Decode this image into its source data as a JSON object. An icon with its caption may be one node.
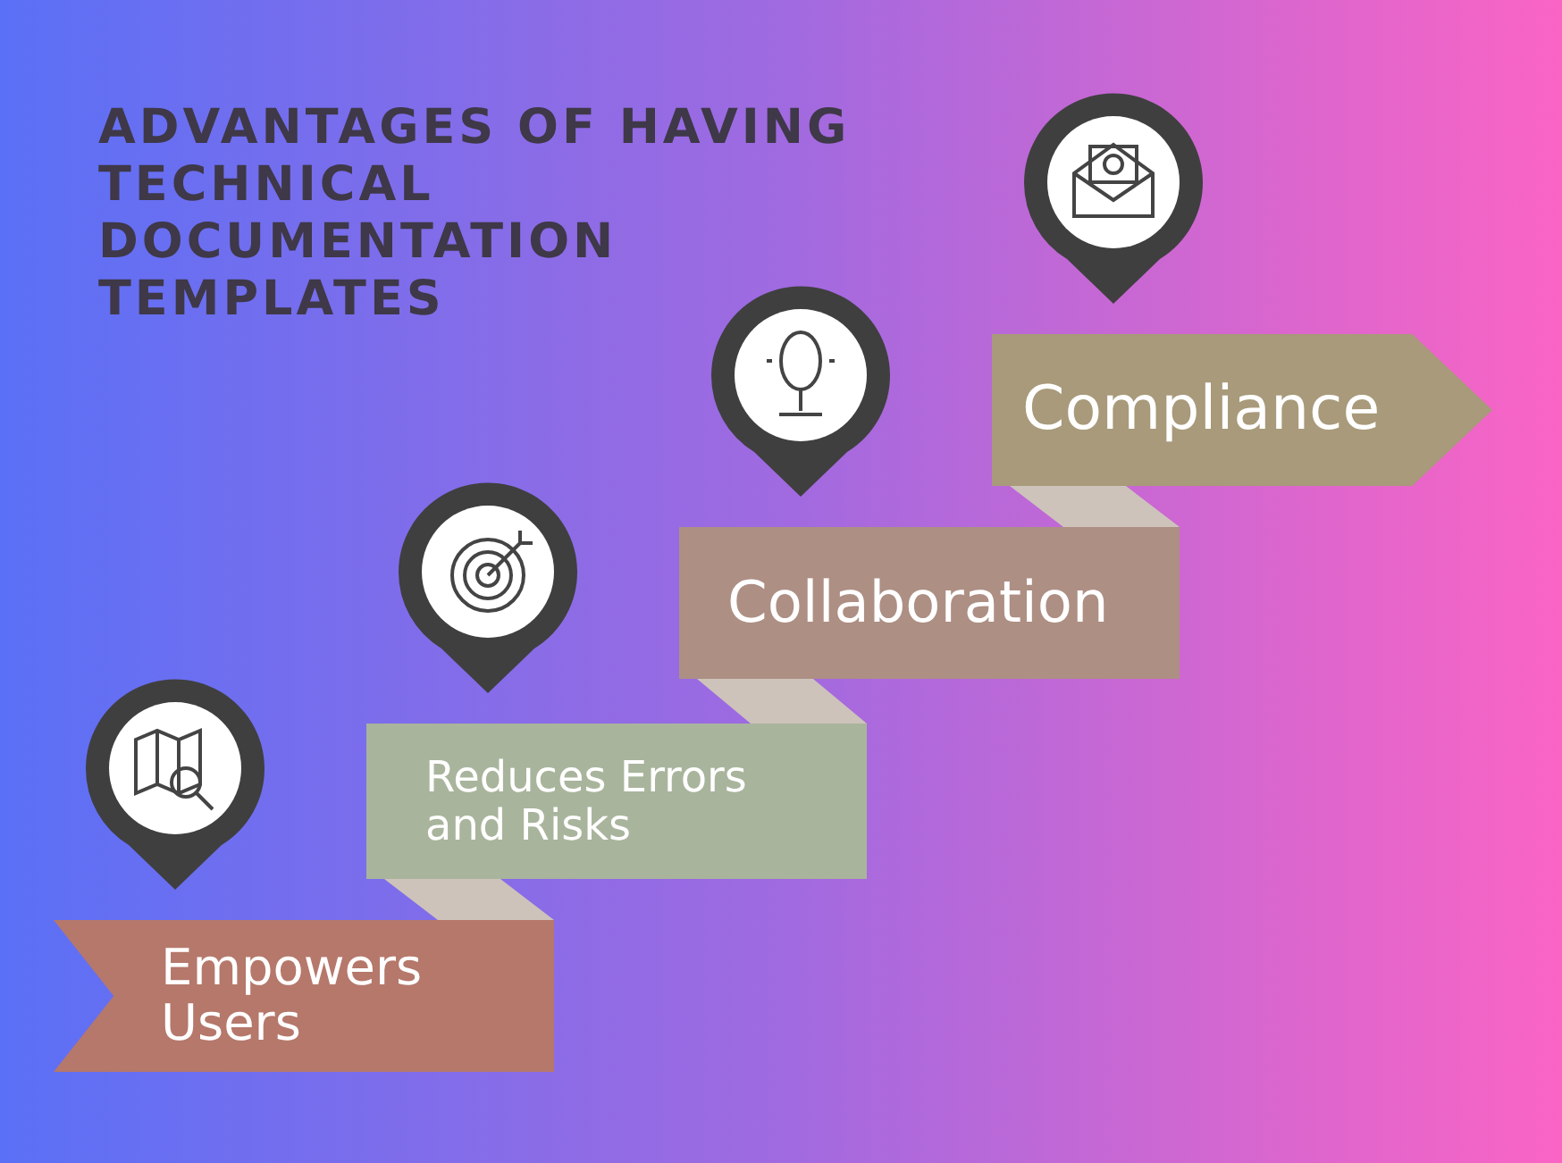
{
  "diagram": {
    "title": "ADVANTAGES OF HAVING TECHNICAL DOCUMENTATION TEMPLATES",
    "nodes": [
      {
        "text": [
          "Empowers Users"
        ]
      },
      {
        "text": [
          "Reduces Errors and Risks"
        ]
      },
      {
        "text": [
          "Collaboration"
        ]
      },
      {
        "text": [
          "Compliance"
        ]
      }
    ]
  }
}
